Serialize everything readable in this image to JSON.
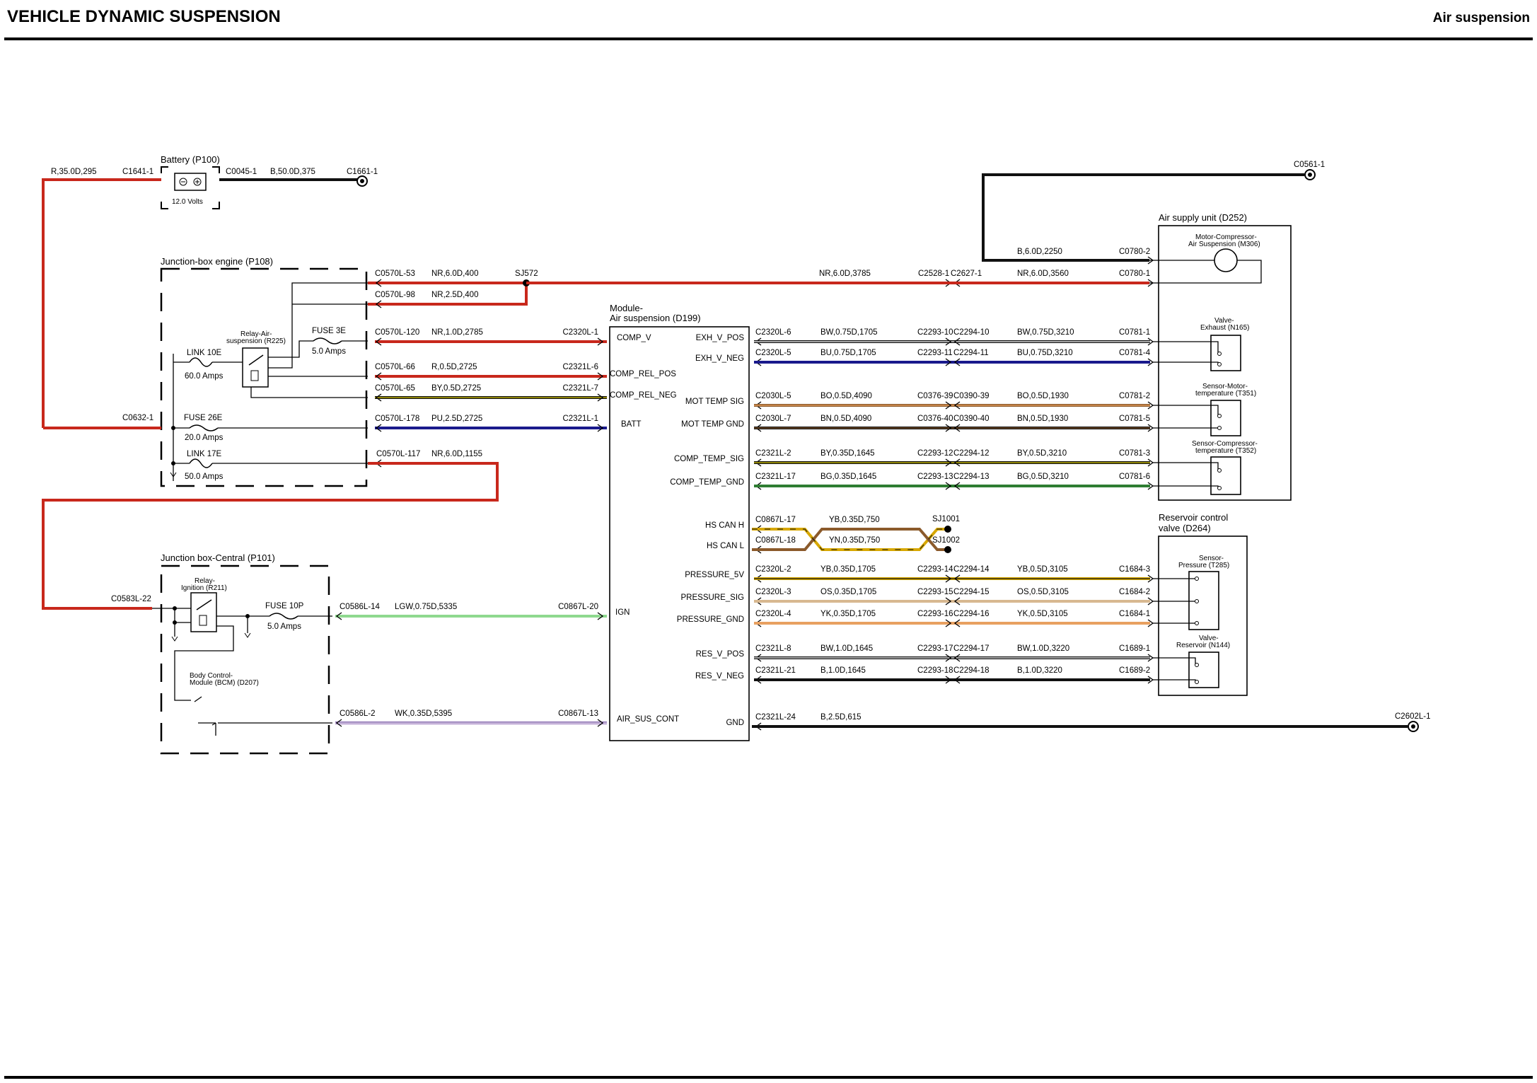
{
  "header": {
    "title": "VEHICLE DYNAMIC SUSPENSION",
    "section": "Air suspension"
  },
  "colors": {
    "red": "#c8281c",
    "black": "#111111",
    "blue": "#1a1a8c",
    "yellow": "#d8c800",
    "brown": "#8b5a2b",
    "green": "#2e7d32",
    "light_green": "#8fd98f",
    "orange": "#e8a060",
    "tan": "#d8b890",
    "purple": "#a080c0",
    "gold": "#d8a800"
  },
  "components": {
    "battery": {
      "title": "Battery (P100)",
      "voltage": "12.0 Volts"
    },
    "junction_engine": {
      "title": "Junction-box engine (P108)"
    },
    "relay_air": {
      "title": "Relay-Air-\nsuspension (R225)"
    },
    "fuse_3e": {
      "name": "FUSE 3E",
      "rating": "5.0 Amps"
    },
    "link_10e": {
      "name": "LINK 10E",
      "rating": "60.0 Amps"
    },
    "fuse_26e": {
      "name": "FUSE 26E",
      "rating": "20.0 Amps"
    },
    "link_17e": {
      "name": "LINK 17E",
      "rating": "50.0 Amps"
    },
    "junction_central": {
      "title": "Junction box-Central (P101)"
    },
    "relay_ign": {
      "title": "Relay-\nIgnition (R211)"
    },
    "fuse_10p": {
      "name": "FUSE 10P",
      "rating": "5.0 Amps"
    },
    "bcm": {
      "title": "Body Control-\nModule (BCM) (D207)"
    },
    "module": {
      "title": "Module-\nAir suspension (D199)"
    },
    "air_supply": {
      "title": "Air supply unit (D252)"
    },
    "motor_comp": {
      "title": "Motor-Compressor-\nAir Suspension (M306)"
    },
    "valve_exhaust": {
      "title": "Valve-\nExhaust (N165)"
    },
    "sensor_motor": {
      "title": "Sensor-Motor-\ntemperature (T351)"
    },
    "sensor_comp": {
      "title": "Sensor-Compressor-\ntemperature (T352)"
    },
    "reservoir": {
      "title": "Reservoir control\nvalve (D264)"
    },
    "sensor_pressure": {
      "title": "Sensor-\nPressure (T285)"
    },
    "valve_reservoir": {
      "title": "Valve-\nReservoir (N144)"
    }
  },
  "module_pins_left": [
    "COMP_V",
    "COMP_REL_POS",
    "COMP_REL_NEG",
    "BATT",
    "IGN",
    "AIR_SUS_CONT"
  ],
  "module_pins_right": [
    "EXH_V_POS",
    "EXH_V_NEG",
    "MOT TEMP SIG",
    "MOT TEMP GND",
    "COMP_TEMP_SIG",
    "COMP_TEMP_GND",
    "HS CAN H",
    "HS CAN L",
    "PRESSURE_5V",
    "PRESSURE_SIG",
    "PRESSURE_GND",
    "RES_V_POS",
    "RES_V_NEG",
    "GND"
  ],
  "labels": {
    "bat_neg_wire": "R,35.0D,295",
    "c1641": "C1641-1",
    "c0045": "C0045-1",
    "bat_pos_wire": "B,50.0D,375",
    "c1661": "C1661-1",
    "c0632": "C0632-1",
    "c0583": "C0583L-22",
    "c0561": "C0561-1",
    "c2602": "C2602L-1",
    "sj572": "SJ572",
    "sj1001": "SJ1001",
    "sj1002": "SJ1002",
    "c2528": "C2528-1",
    "c2627": "C2627-1",
    "w_nr_3785": "NR,6.0D,3785",
    "w_nr_3560": "NR,6.0D,3560",
    "w_b_2250": "B,6.0D,2250",
    "c0780_2": "C0780-2",
    "c0780_1": "C0780-1"
  },
  "left_wires": [
    {
      "conn_a": "C0570L-53",
      "spec": "NR,6.0D,400"
    },
    {
      "conn_a": "C0570L-98",
      "spec": "NR,2.5D,400"
    },
    {
      "conn_a": "C0570L-120",
      "spec": "NR,1.0D,2785",
      "conn_b": "C2320L-1"
    },
    {
      "conn_a": "C0570L-66",
      "spec": "R,0.5D,2725",
      "conn_b": "C2321L-6"
    },
    {
      "conn_a": "C0570L-65",
      "spec": "BY,0.5D,2725",
      "conn_b": "C2321L-7"
    },
    {
      "conn_a": "C0570L-178",
      "spec": "PU,2.5D,2725",
      "conn_b": "C2321L-1"
    },
    {
      "conn_a": "C0570L-117",
      "spec": "NR,6.0D,1155"
    },
    {
      "conn_a": "C0586L-14",
      "spec": "LGW,0.75D,5335",
      "conn_b": "C0867L-20"
    },
    {
      "conn_a": "C0586L-2",
      "spec": "WK,0.35D,5395",
      "conn_b": "C0867L-13"
    }
  ],
  "right_wires": [
    {
      "c1": "C2320L-6",
      "s1": "BW,0.75D,1705",
      "c2": "C2293-10",
      "c3": "C2294-10",
      "s2": "BW,0.75D,3210",
      "c4": "C0781-1"
    },
    {
      "c1": "C2320L-5",
      "s1": "BU,0.75D,1705",
      "c2": "C2293-11",
      "c3": "C2294-11",
      "s2": "BU,0.75D,3210",
      "c4": "C0781-4"
    },
    {
      "c1": "C2030L-5",
      "s1": "BO,0.5D,4090",
      "c2": "C0376-39",
      "c3": "C0390-39",
      "s2": "BO,0.5D,1930",
      "c4": "C0781-2"
    },
    {
      "c1": "C2030L-7",
      "s1": "BN,0.5D,4090",
      "c2": "C0376-40",
      "c3": "C0390-40",
      "s2": "BN,0.5D,1930",
      "c4": "C0781-5"
    },
    {
      "c1": "C2321L-2",
      "s1": "BY,0.35D,1645",
      "c2": "C2293-12",
      "c3": "C2294-12",
      "s2": "BY,0.5D,3210",
      "c4": "C0781-3"
    },
    {
      "c1": "C2321L-17",
      "s1": "BG,0.35D,1645",
      "c2": "C2293-13",
      "c3": "C2294-13",
      "s2": "BG,0.5D,3210",
      "c4": "C0781-6"
    },
    {
      "c1": "C0867L-17",
      "s1": "YB,0.35D,750"
    },
    {
      "c1": "C0867L-18",
      "s1": "YN,0.35D,750"
    },
    {
      "c1": "C2320L-2",
      "s1": "YB,0.35D,1705",
      "c2": "C2293-14",
      "c3": "C2294-14",
      "s2": "YB,0.5D,3105",
      "c4": "C1684-3"
    },
    {
      "c1": "C2320L-3",
      "s1": "OS,0.35D,1705",
      "c2": "C2293-15",
      "c3": "C2294-15",
      "s2": "OS,0.5D,3105",
      "c4": "C1684-2"
    },
    {
      "c1": "C2320L-4",
      "s1": "YK,0.35D,1705",
      "c2": "C2293-16",
      "c3": "C2294-16",
      "s2": "YK,0.5D,3105",
      "c4": "C1684-1"
    },
    {
      "c1": "C2321L-8",
      "s1": "BW,1.0D,1645",
      "c2": "C2293-17",
      "c3": "C2294-17",
      "s2": "BW,1.0D,3220",
      "c4": "C1689-1"
    },
    {
      "c1": "C2321L-21",
      "s1": "B,1.0D,1645",
      "c2": "C2293-18",
      "c3": "C2294-18",
      "s2": "B,1.0D,3220",
      "c4": "C1689-2"
    },
    {
      "c1": "C2321L-24",
      "s1": "B,2.5D,615"
    }
  ]
}
